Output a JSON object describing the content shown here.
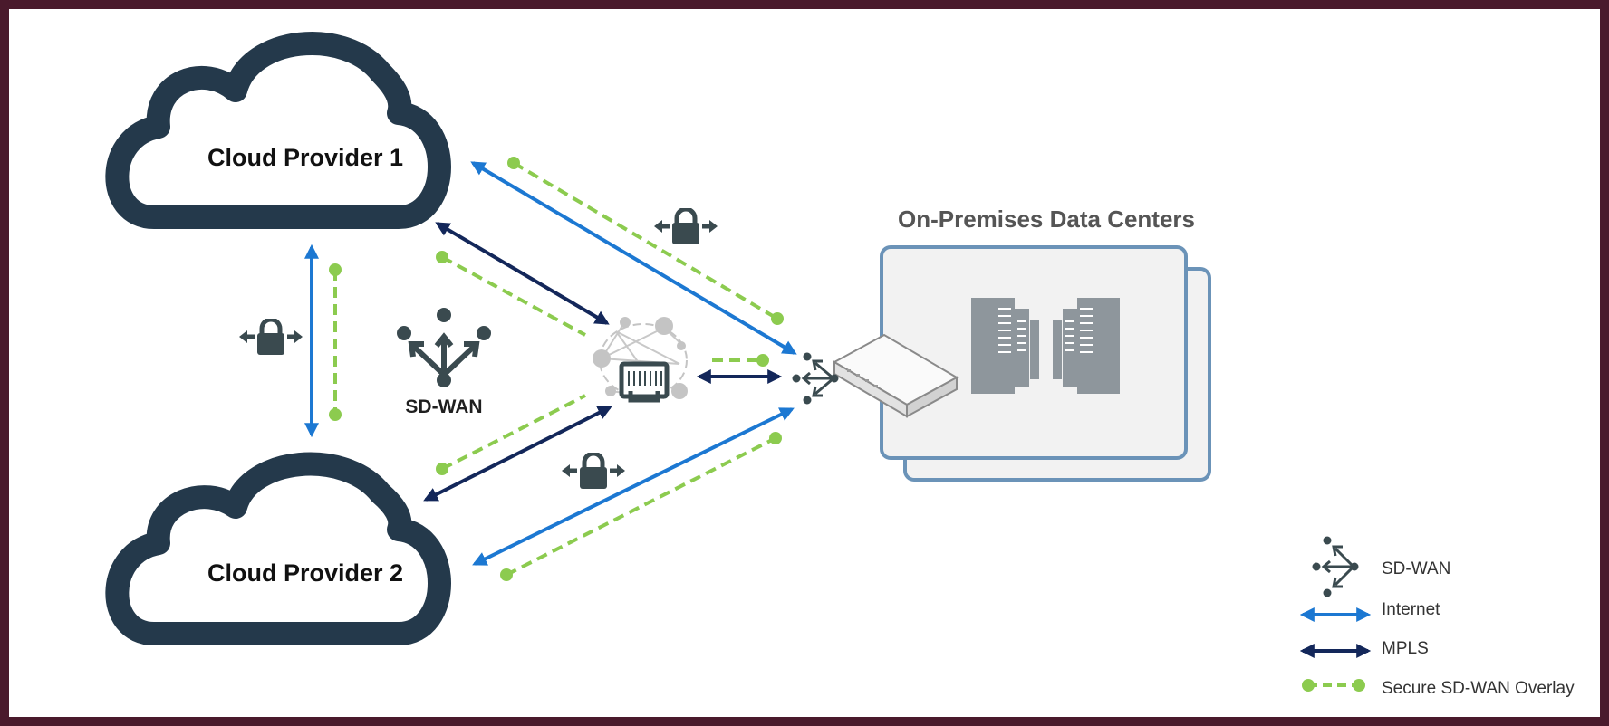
{
  "diagram": {
    "cloud_provider_1": "Cloud Provider 1",
    "cloud_provider_2": "Cloud Provider 2",
    "data_center_title": "On-Premises Data Centers",
    "sdwan_label": "SD-WAN"
  },
  "legend": {
    "sdwan": "SD-WAN",
    "internet": "Internet",
    "mpls": "MPLS",
    "overlay": "Secure SD-WAN Overlay"
  },
  "colors": {
    "frame": "#4a1a2c",
    "cloud": "#24394b",
    "internet": "#1c78d2",
    "mpls": "#13275a",
    "overlay": "#8ccb4f",
    "icon": "#3a4a4f",
    "datacenter_border": "#6b93b8",
    "datacenter_fill": "#f2f2f2",
    "server": "#8e969c"
  },
  "icons": {
    "lock": "lock-icon",
    "sdwan": "sdwan-icon",
    "network_hub": "network-hub-icon",
    "appliance": "sdwan-appliance-icon",
    "servers": "server-rack-icon"
  }
}
